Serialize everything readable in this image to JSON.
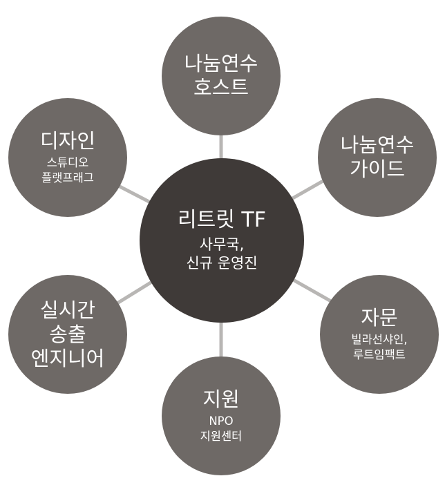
{
  "colors": {
    "center_fill": "#3f3a38",
    "node_fill": "#6e6966",
    "connector": "#b8b6b4",
    "text": "#ffffff"
  },
  "center": {
    "title": "리트릿 TF",
    "subtitle": "사무국,\n신규 운영진"
  },
  "nodes": {
    "top": {
      "title": "나눔연수\n호스트",
      "subtitle": ""
    },
    "upper_right": {
      "title": "나눔연수\n가이드",
      "subtitle": ""
    },
    "lower_right": {
      "title": "자문",
      "subtitle": "빌라선샤인,\n루트임팩트"
    },
    "bottom": {
      "title": "지원",
      "subtitle": "NPO\n지원센터"
    },
    "lower_left": {
      "title": "실시간\n송출\n엔지니어",
      "subtitle": ""
    },
    "upper_left": {
      "title": "디자인",
      "subtitle": "스튜디오\n플랫프래그"
    }
  }
}
